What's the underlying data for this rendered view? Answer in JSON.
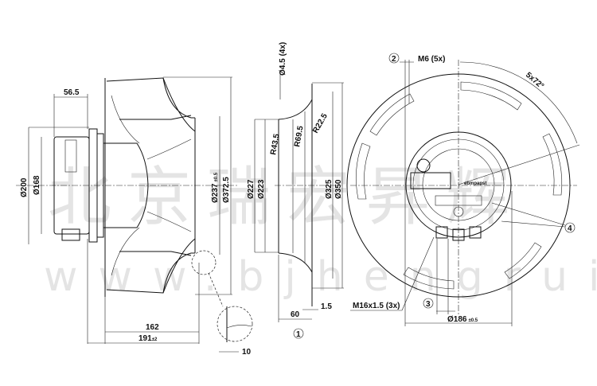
{
  "drawing": {
    "side_view": {
      "dim_motor_depth": "56.5",
      "dim_dia_200": "Ø200",
      "dim_dia_168": "Ø168",
      "dim_dia_237": "Ø237",
      "dim_dia_237_tol": "±0.5",
      "dim_dia_372": "Ø372.5",
      "dim_162": "162",
      "dim_191": "191",
      "dim_191_tol": "±2",
      "dim_detail_10": "10"
    },
    "nozzle_view": {
      "dim_hole": "Ø4.5 (4x)",
      "dim_r43": "R43.5",
      "dim_r69": "R69.5",
      "dim_r22": "R22.5",
      "dim_dia_227": "Ø227",
      "dim_dia_223": "Ø223",
      "dim_dia_325": "Ø325",
      "dim_dia_350": "Ø350",
      "dim_60": "60",
      "dim_1_5": "1.5",
      "callout_1": "1"
    },
    "front_view": {
      "callout_2": "2",
      "dim_m6": "M6 (5x)",
      "dim_angle": "5x72°",
      "callout_4": "4",
      "callout_3": "3",
      "dim_m16": "M16x1.5 (3x)",
      "dim_dia_186": "Ø186",
      "dim_dia_186_tol": "±0.5",
      "brand_label": "ebmpapst"
    },
    "watermark": {
      "chinese": "北京瑞宏昇辉",
      "url": "www.bjhengrui.cn"
    }
  }
}
